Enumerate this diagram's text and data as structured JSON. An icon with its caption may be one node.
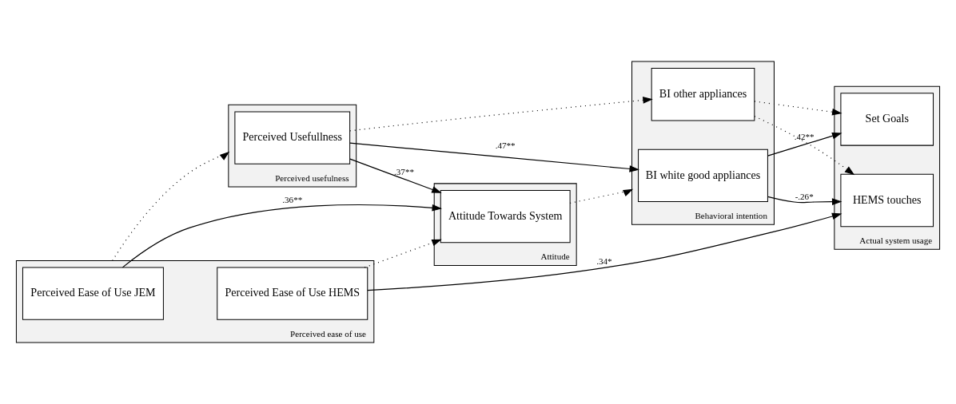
{
  "diagram": {
    "nodes": [
      {
        "text": [
          "Perceived usefulness"
        ]
      },
      {
        "text": [
          "Perceived Usefullness"
        ],
        "in": 0
      },
      {
        "text": [
          "Perceived ease of use"
        ]
      },
      {
        "text": [
          "Perceived Ease of Use JEM"
        ],
        "in": 2
      },
      {
        "text": [
          "Perceived Ease of Use HEMS"
        ],
        "in": 2
      },
      {
        "text": [
          "Attitude"
        ]
      },
      {
        "text": [
          "Attitude Towards System"
        ],
        "in": 5
      },
      {
        "text": [
          "Behavioral intention"
        ]
      },
      {
        "text": [
          "BI white good appliances"
        ],
        "in": 7
      },
      {
        "text": [
          "BI other appliances"
        ],
        "in": 7
      },
      {
        "text": [
          "Actual system usage"
        ]
      },
      {
        "text": [
          "Set Goals"
        ],
        "in": 10
      },
      {
        "text": [
          "HEMS touches"
        ],
        "in": 10
      }
    ],
    "edges": [
      {
        "from": 2,
        "to": 0,
        "arrow": "to",
        "style": "dashed"
      },
      {
        "from": 1,
        "to": 8,
        "arrow": "to",
        "label": ".47**"
      },
      {
        "from": 1,
        "to": 6,
        "arrow": "to",
        "label": ".37**"
      },
      {
        "from": 1,
        "to": 9,
        "arrow": "to",
        "style": "dashed"
      },
      {
        "from": 3,
        "to": 6,
        "arrow": "to",
        "label": ".36**"
      },
      {
        "from": 4,
        "to": 6,
        "arrow": "to",
        "style": "dashed"
      },
      {
        "from": 6,
        "to": 7,
        "arrow": "to",
        "style": "dashed"
      },
      {
        "from": 8,
        "to": 11,
        "arrow": "to",
        "label": ".42**"
      },
      {
        "from": 8,
        "to": 12,
        "arrow": "to",
        "label": "-.26*"
      },
      {
        "from": 9,
        "to": 11,
        "arrow": "to",
        "style": "dashed"
      },
      {
        "from": 9,
        "to": 12,
        "arrow": "to",
        "style": "dashed"
      },
      {
        "from": 4,
        "to": 12,
        "arrow": "to",
        "label": ".34*"
      }
    ]
  }
}
